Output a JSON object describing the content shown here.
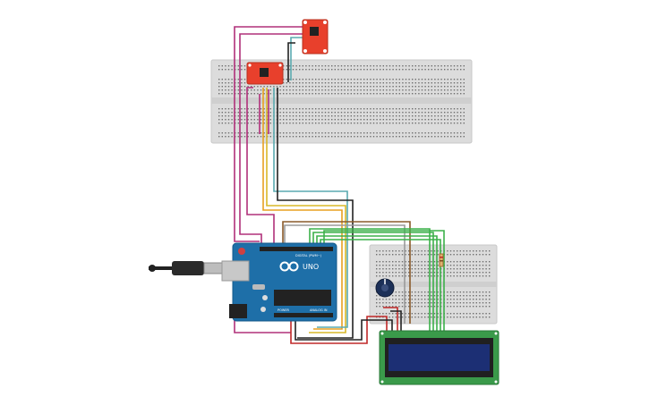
{
  "arduino": {
    "brand": "UNO",
    "digital_label": "DIGITAL (PWM~)",
    "power_label": "POWER",
    "analog_label": "ANALOG IN",
    "logo_icon": "arduino-infinity-icon",
    "board_color": "#1e6fa8"
  },
  "modules": {
    "sensor_top": {
      "text": ""
    },
    "sensor_breadboard": {
      "text": ""
    }
  },
  "colors": {
    "magenta_wire": "#b0307a",
    "orange_wire": "#e8a020",
    "yellow_wire": "#d8b828",
    "teal_wire": "#5aaab0",
    "black_wire": "#222222",
    "green_wire": "#3cb04a",
    "red_wire": "#c02828",
    "brown_wire": "#8a5a2a",
    "lcd_screen": "#1c2f74",
    "lcd_pcb": "#3a9a4a",
    "breakout_red": "#e8402c"
  }
}
